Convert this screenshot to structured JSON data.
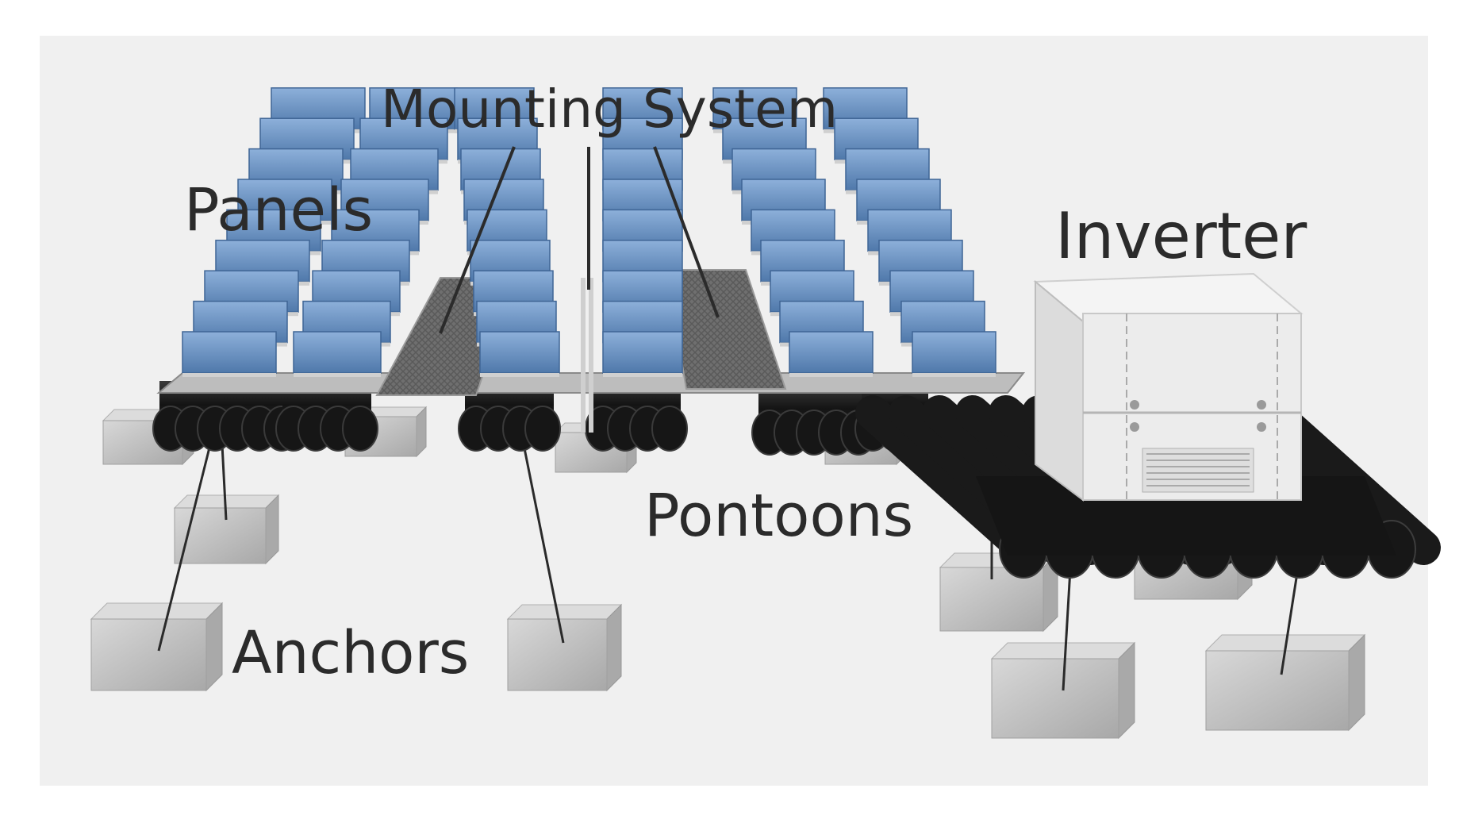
{
  "labels": {
    "mounting_system": "Mounting System",
    "panels": "Panels",
    "inverter": "Inverter",
    "pontoons": "Pontoons",
    "anchors": "Anchors"
  },
  "colors": {
    "background": "#f0f0f0",
    "panel_blue": "#6f97c6",
    "panel_blue_dark": "#4d76a8",
    "pontoon_black": "#1c1c1c",
    "walkway_grey": "#7a7a7a",
    "anchor_concrete": "#c9c9c9",
    "inverter_white": "#ebebeb",
    "label_text": "#2b2b2b"
  }
}
